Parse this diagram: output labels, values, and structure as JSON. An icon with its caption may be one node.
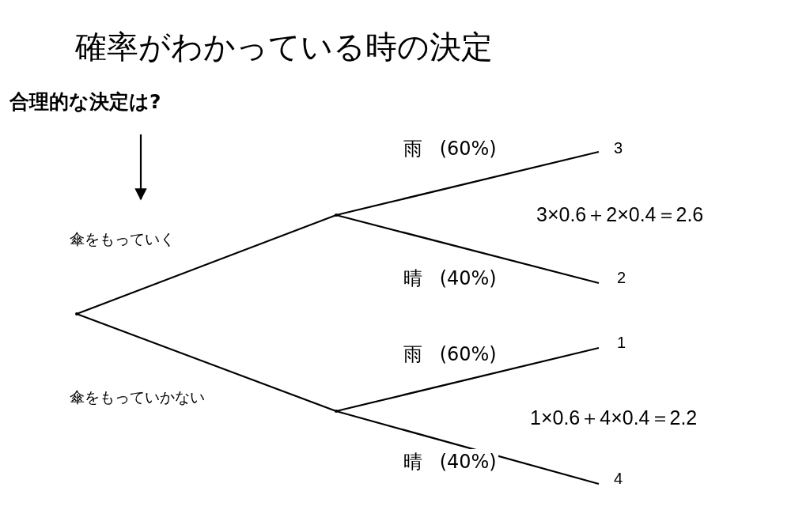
{
  "diagram": {
    "title": "確率がわかっている時の決定",
    "nodes": [
      {
        "text": [
          "合理的な決定は?"
        ]
      },
      {
        "text": [],
        "shape": "point"
      },
      {
        "text": [],
        "shape": "point"
      },
      {
        "text": [],
        "shape": "point"
      },
      {
        "text": [
          "3"
        ]
      },
      {
        "text": [
          "2"
        ]
      },
      {
        "text": [
          "1"
        ]
      },
      {
        "text": [
          "4"
        ]
      }
    ],
    "edges": [
      {
        "from": 0,
        "to": null,
        "arrow": "to"
      },
      {
        "from": 1,
        "to": 2,
        "arrow": "none",
        "label": "傘をもっていく"
      },
      {
        "from": 1,
        "to": 3,
        "arrow": "none",
        "label": "傘をもっていかない"
      },
      {
        "from": 2,
        "to": 4,
        "arrow": "none",
        "label": "雨 (60%)"
      },
      {
        "from": 2,
        "to": 5,
        "arrow": "none",
        "label": "晴 (40%)"
      },
      {
        "from": 3,
        "to": 6,
        "arrow": "none",
        "label": "雨 (60%)"
      },
      {
        "from": 3,
        "to": 7,
        "arrow": "none",
        "label": "晴 (40%)"
      }
    ],
    "labels": [
      "3×0.6＋2×0.4＝2.6",
      "1×0.6＋4×0.4＝2.2"
    ]
  }
}
